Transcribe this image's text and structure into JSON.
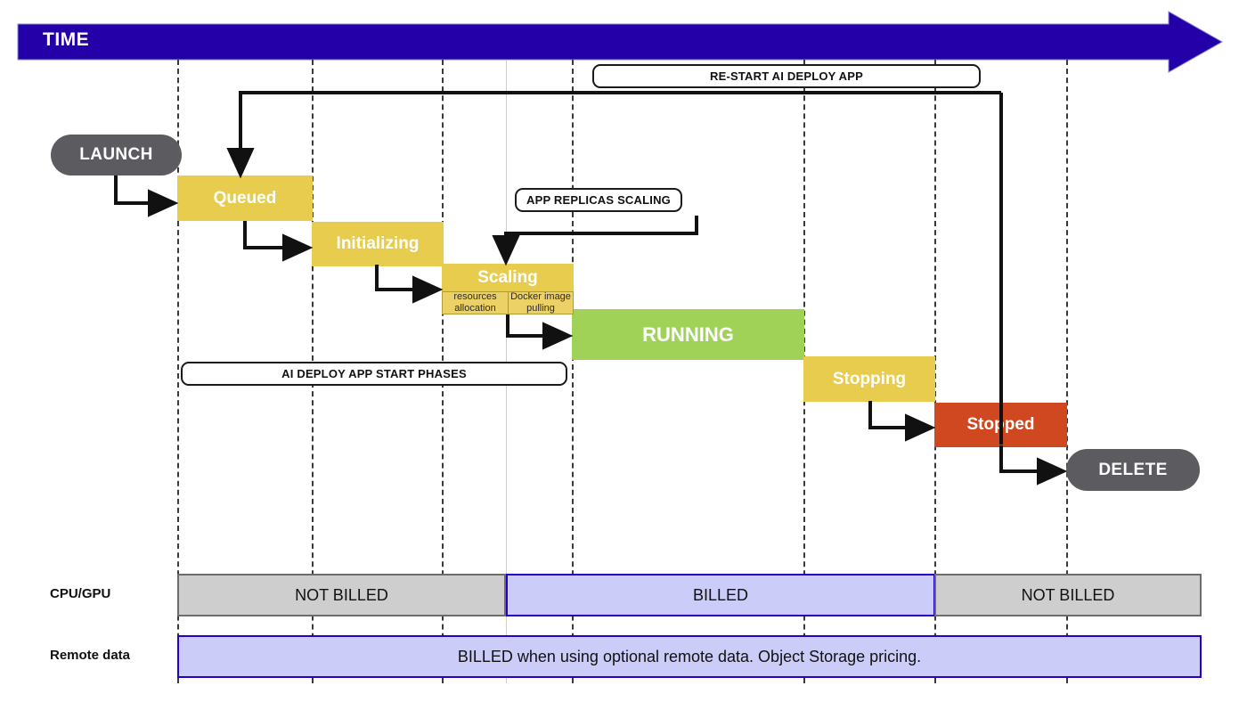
{
  "header": {
    "time_label": "TIME",
    "arrow_color": "#2400a8"
  },
  "badges": {
    "launch": "LAUNCH",
    "delete": "DELETE"
  },
  "callouts": {
    "restart": "RE-START AI DEPLOY APP",
    "replicas": "APP REPLICAS SCALING",
    "start_phases": "AI DEPLOY APP START PHASES"
  },
  "phases": [
    {
      "id": "queued",
      "label": "Queued",
      "color": "#e8cc4d",
      "font_size": 19
    },
    {
      "id": "initializing",
      "label": "Initializing",
      "color": "#e8cc4d",
      "font_size": 19
    },
    {
      "id": "scaling",
      "label": "Scaling",
      "color": "#e8cc4d",
      "font_size": 19
    },
    {
      "id": "running",
      "label": "RUNNING",
      "color": "#a0d257",
      "font_size": 22
    },
    {
      "id": "stopping",
      "label": "Stopping",
      "color": "#e8cc4d",
      "font_size": 19
    },
    {
      "id": "stopped",
      "label": "Stopped",
      "color": "#cf4820",
      "font_size": 19
    }
  ],
  "scaling_substeps": [
    {
      "id": "resources",
      "label": "resources allocation"
    },
    {
      "id": "docker",
      "label": "Docker image pulling"
    }
  ],
  "billing": {
    "cpu_gpu": {
      "label": "CPU/GPU",
      "segments": [
        {
          "id": "cpu-not-billed-left",
          "text": "NOT BILLED",
          "state": "notbilled"
        },
        {
          "id": "cpu-billed",
          "text": "BILLED",
          "state": "billed"
        },
        {
          "id": "cpu-not-billed-right",
          "text": "NOT BILLED",
          "state": "notbilled"
        }
      ]
    },
    "remote_data": {
      "label": "Remote data",
      "segments": [
        {
          "id": "remote-billed",
          "text": "BILLED when using optional remote data. Object Storage pricing.",
          "state": "billed"
        }
      ]
    }
  },
  "colors": {
    "yellow": "#e8cc4d",
    "green": "#a0d257",
    "orange": "#cf4820",
    "gray_badge": "#5b5b60",
    "billed_fill": "#ccccf9",
    "billed_border": "#2400c8",
    "notbilled_fill": "#cecece",
    "notbilled_border": "#6c6c6c",
    "time_blue": "#2400a8"
  }
}
